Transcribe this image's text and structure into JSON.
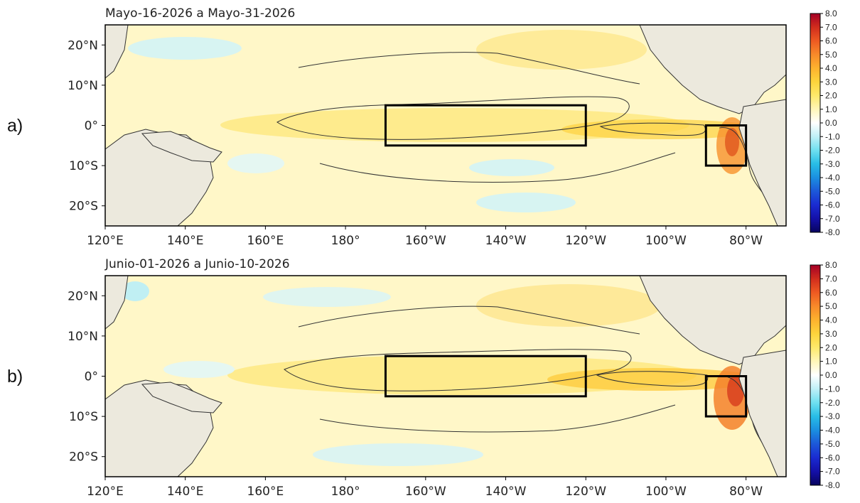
{
  "panels": [
    {
      "label": "a)",
      "title": "Mayo-16-2026 a Mayo-31-2026",
      "boxes": [
        {
          "lon_min": -170,
          "lon_max": -120,
          "lat_min": -5,
          "lat_max": 5
        },
        {
          "lon_min": -90,
          "lon_max": -80,
          "lat_min": -10,
          "lat_max": 0
        }
      ]
    },
    {
      "label": "b)",
      "title": "Junio-01-2026 a Junio-10-2026",
      "boxes": [
        {
          "lon_min": -170,
          "lon_max": -120,
          "lat_min": -5,
          "lat_max": 5
        },
        {
          "lon_min": -90,
          "lon_max": -80,
          "lat_min": -10,
          "lat_max": 0
        }
      ]
    }
  ],
  "map": {
    "lon_range": [
      120,
      290
    ],
    "lat_range": [
      -25,
      25
    ],
    "x_ticks": [
      {
        "lon": 120,
        "label": "120°E"
      },
      {
        "lon": 140,
        "label": "140°E"
      },
      {
        "lon": 160,
        "label": "160°E"
      },
      {
        "lon": 180,
        "label": "180°"
      },
      {
        "lon": 200,
        "label": "160°W"
      },
      {
        "lon": 220,
        "label": "140°W"
      },
      {
        "lon": 240,
        "label": "120°W"
      },
      {
        "lon": 260,
        "label": "100°W"
      },
      {
        "lon": 280,
        "label": "80°W"
      }
    ],
    "y_ticks": [
      {
        "lat": 20,
        "label": "20°N"
      },
      {
        "lat": 10,
        "label": "10°N"
      },
      {
        "lat": 0,
        "label": "0°"
      },
      {
        "lat": -10,
        "label": "10°S"
      },
      {
        "lat": -20,
        "label": "20°S"
      }
    ],
    "land_color": "#ece9dd",
    "ocean_base_color": "#fff7c8"
  },
  "colorbar": {
    "min": -8.0,
    "max": 8.0,
    "labels": [
      "8.0",
      "7.0",
      "6.0",
      "5.0",
      "4.0",
      "3.0",
      "2.0",
      "1.0",
      "0.0",
      "-1.0",
      "-2.0",
      "-3.0",
      "-4.0",
      "-5.0",
      "-6.0",
      "-7.0",
      "-8.0"
    ],
    "colors": [
      "#a50026",
      "#d12d1d",
      "#ee5a22",
      "#f88a2a",
      "#fdb22e",
      "#fdd43c",
      "#fee96b",
      "#fff6b8",
      "#ffffff",
      "#bff0f7",
      "#6fe0f0",
      "#28bde6",
      "#1b8fe0",
      "#1c58d8",
      "#1a2bd1",
      "#1410a8",
      "#08045e"
    ]
  }
}
